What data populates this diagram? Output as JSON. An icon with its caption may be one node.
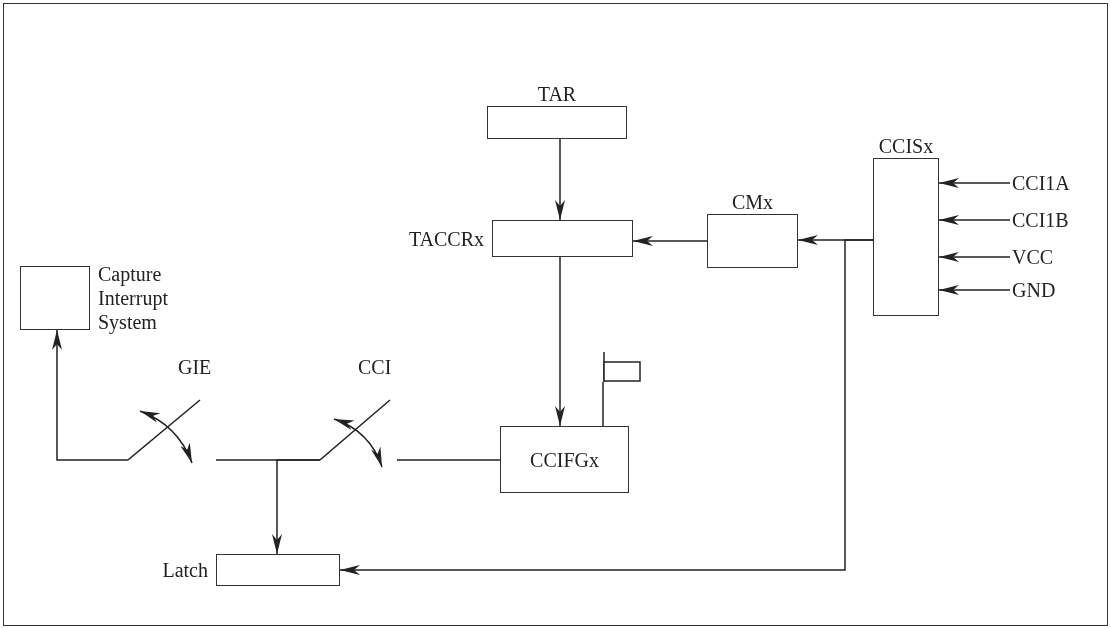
{
  "diagram": {
    "nodes": [
      {
        "text": [
          "TAR"
        ]
      },
      {
        "text": [
          "TACCRx"
        ]
      },
      {
        "text": [
          "CMx"
        ]
      },
      {
        "text": [
          "CCISx"
        ]
      },
      {
        "text": [
          "CCI1A"
        ]
      },
      {
        "text": [
          "CCI1B"
        ]
      },
      {
        "text": [
          "VCC"
        ]
      },
      {
        "text": [
          "GND"
        ]
      },
      {
        "text": [
          "Capture Interrupt System"
        ]
      },
      {
        "text": [
          "CCIFGx"
        ]
      },
      {
        "text": [
          "Latch"
        ]
      },
      {
        "text": [],
        "shape": "box"
      },
      {
        "text": [
          "GIE"
        ]
      },
      {
        "text": [
          "CCI"
        ]
      }
    ],
    "edges": [
      {
        "from": 0,
        "to": 1,
        "arrow": "to"
      },
      {
        "from": 2,
        "to": 1,
        "arrow": "to"
      },
      {
        "from": 3,
        "to": 2,
        "arrow": "to"
      },
      {
        "from": 3,
        "to": 10,
        "arrow": "to"
      },
      {
        "from": 4,
        "to": 3,
        "arrow": "to"
      },
      {
        "from": 5,
        "to": 3,
        "arrow": "to"
      },
      {
        "from": 6,
        "to": 3,
        "arrow": "to"
      },
      {
        "from": 7,
        "to": 3,
        "arrow": "to"
      },
      {
        "from": 1,
        "to": 9,
        "arrow": "to"
      },
      {
        "from": 11,
        "to": 9,
        "arrow": "none"
      },
      {
        "from": 9,
        "to": 13,
        "arrow": "none"
      },
      {
        "from": 13,
        "to": 12,
        "arrow": "none"
      },
      {
        "from": 13,
        "to": 10,
        "arrow": "to"
      },
      {
        "from": 12,
        "to": 8,
        "arrow": "to"
      }
    ]
  }
}
